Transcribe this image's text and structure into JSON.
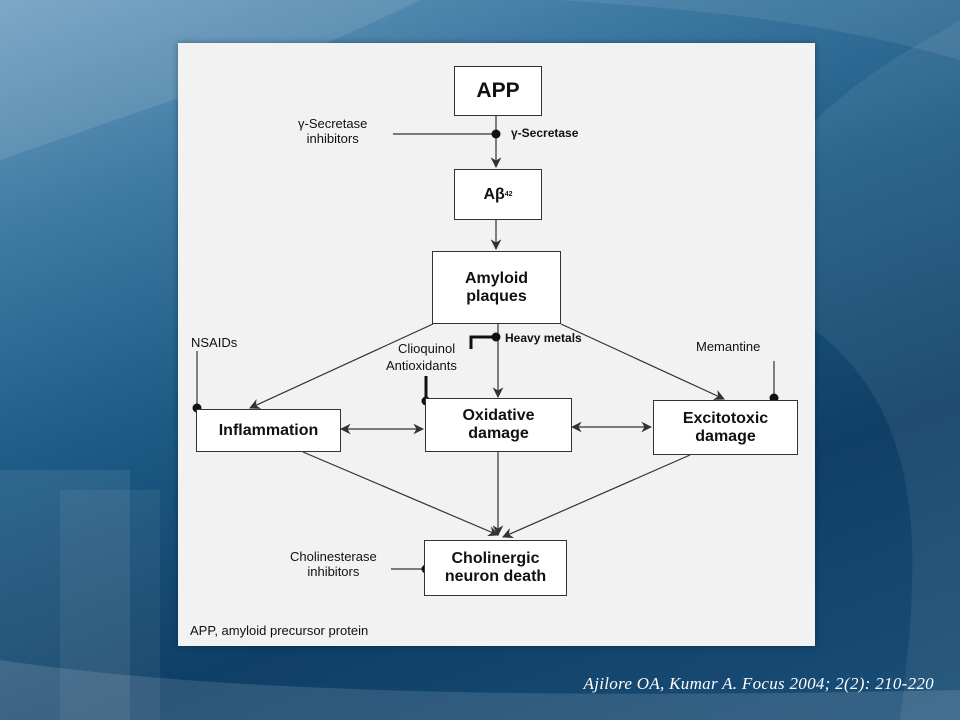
{
  "nodes": {
    "app": "APP",
    "abeta": "Aβ",
    "abeta_sub": "42",
    "amyloid_line1": "Amyloid",
    "amyloid_line2": "plaques",
    "inflammation": "Inflammation",
    "oxidative_line1": "Oxidative",
    "oxidative_line2": "damage",
    "excitotoxic_line1": "Excitotoxic",
    "excitotoxic_line2": "damage",
    "cholinergic_line1": "Cholinergic",
    "cholinergic_line2": "neuron death"
  },
  "labels": {
    "gamma_inhibitors_line1": "γ-Secretase",
    "gamma_inhibitors_line2": "inhibitors",
    "gamma_secretase": "γ-Secretase",
    "nsaids": "NSAIDs",
    "heavy_metals": "Heavy metals",
    "clioquinol": "Clioquinol",
    "antioxidants": "Antioxidants",
    "memantine": "Memantine",
    "cholinesterase_line1": "Cholinesterase",
    "cholinesterase_line2": "inhibitors"
  },
  "caption": "APP, amyloid precursor protein",
  "citation": "Ajilore OA, Kumar A. Focus 2004; 2(2): 210-220",
  "colors": {
    "background_top": "#6f9fc0",
    "background_bottom": "#0f3f66",
    "panel": "#f2f2f2",
    "line": "#333333"
  }
}
